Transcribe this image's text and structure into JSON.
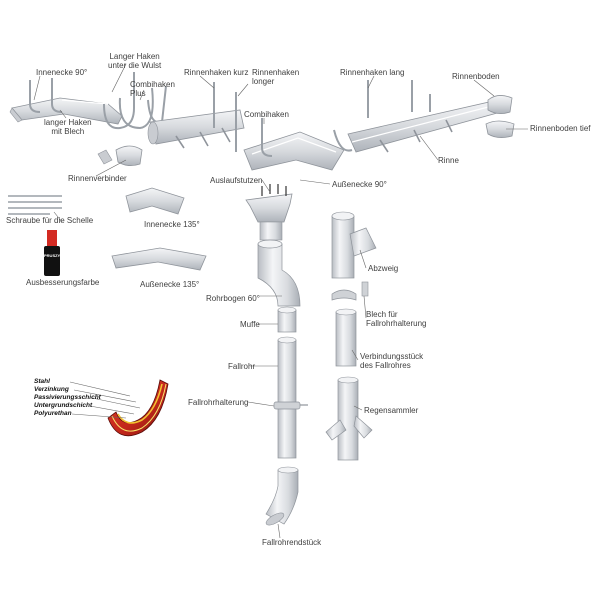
{
  "labels": {
    "innenecke_90": "Innenecke 90°",
    "langer_haken_wulst_1": "Langer Haken",
    "langer_haken_wulst_2": "unter die Wulst",
    "combihaken_plus_1": "Combihaken",
    "combihaken_plus_2": "Plus",
    "rinnenhaken_kurz": "Rinnenhaken kurz",
    "rinnenhaken_longer_1": "Rinnenhaken",
    "rinnenhaken_longer_2": "longer",
    "rinnenhaken_lang": "Rinnenhaken lang",
    "rinnenboden": "Rinnenboden",
    "langer_haken_blech_1": "langer Haken",
    "langer_haken_blech_2": "mit Blech",
    "combihaken": "Combihaken",
    "rinnenboden_tief": "Rinnenboden tief",
    "rinne": "Rinne",
    "rinnenverbinder": "Rinnenverbinder",
    "auslaufstutzen": "Auslaufstutzen",
    "aussenecke_90": "Außenecke 90°",
    "schraube_schelle": "Schraube für die Schelle",
    "innenecke_135": "Innenecke 135°",
    "ausbesserungsfarbe": "Ausbesserungsfarbe",
    "aussenecke_135": "Außenecke 135°",
    "abzweig": "Abzweig",
    "rohrbogen_60": "Rohrbogen 60°",
    "blech_fallrohrhalterung_1": "Blech für",
    "blech_fallrohrhalterung_2": "Fallrohrhalterung",
    "muffe": "Muffe",
    "verbindungsstueck_1": "Verbindungsstück",
    "verbindungsstueck_2": "des Fallrohres",
    "fallrohr": "Fallrohr",
    "fallrohrhalterung": "Fallrohrhalterung",
    "regensammler": "Regensammler",
    "fallrohrendstueck": "Fallrohrendstück",
    "bottle_brand": "PRUSZYNSKI"
  },
  "layers": [
    "Stahl",
    "Verzinkung",
    "Passivierungsschicht",
    "Untergrundschicht",
    "Polyurethan"
  ],
  "colors": {
    "metal": "#dfe2e6",
    "metal_dark": "#aeb3ba",
    "leader": "#666666",
    "text": "#404040"
  }
}
